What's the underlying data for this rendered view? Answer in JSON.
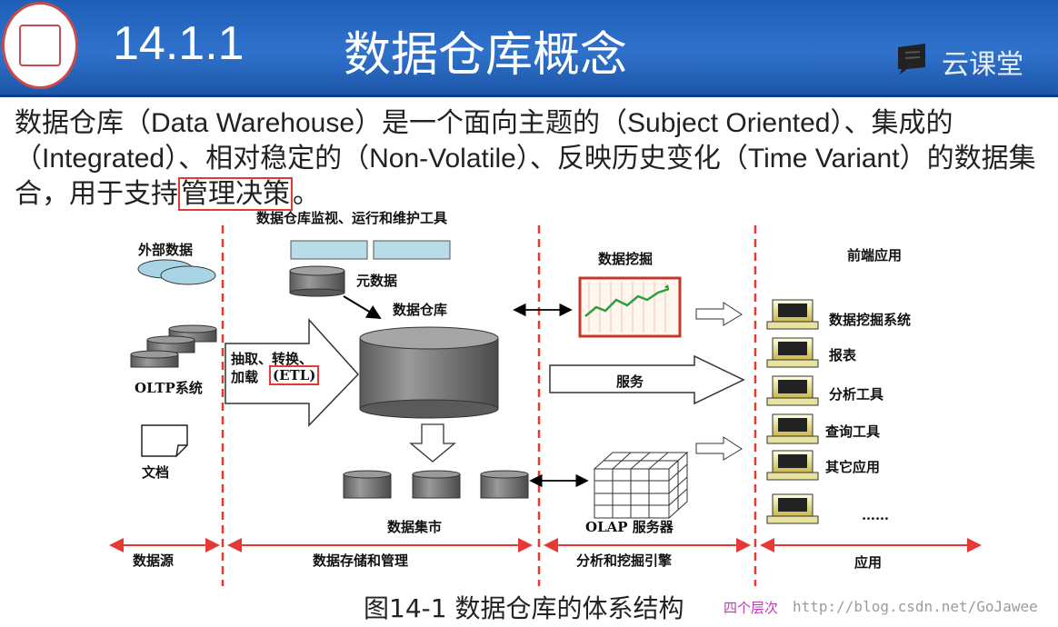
{
  "header": {
    "section_number": "14.1.1",
    "title": "数据仓库概念",
    "brand": "云课堂"
  },
  "paragraph": {
    "before_highlight": "数据仓库（Data Warehouse）是一个面向主题的（Subject Oriented）、集成的（Integrated）、相对稳定的（Non-Volatile）、反映历史变化（Time Variant）的数据集合，用于支持",
    "highlight": "管理决策",
    "after_highlight": "。"
  },
  "diagram": {
    "top_label": "数据仓库监视、运行和维护工具",
    "external_data": "外部数据",
    "oltp": "OLTP系统",
    "docs": "文档",
    "etl_line1": "抽取、转换、",
    "etl_line2": "加载",
    "etl_abbr": "(ETL)",
    "metadata": "元数据",
    "warehouse": "数据仓库",
    "data_mining": "数据挖掘",
    "service": "服务",
    "data_mart": "数据集市",
    "olap": "OLAP 服务器",
    "frontend": "前端应用",
    "apps": [
      "数据挖掘系统",
      "报表",
      "分析工具",
      "查询工具",
      "其它应用",
      "……"
    ],
    "layers": [
      "数据源",
      "数据存储和管理",
      "分析和挖掘引擎",
      "应用"
    ]
  },
  "caption": "图14-1 数据仓库的体系结构",
  "watermark_label": "四个层次",
  "watermark_url": "http://blog.csdn.net/GoJawee"
}
